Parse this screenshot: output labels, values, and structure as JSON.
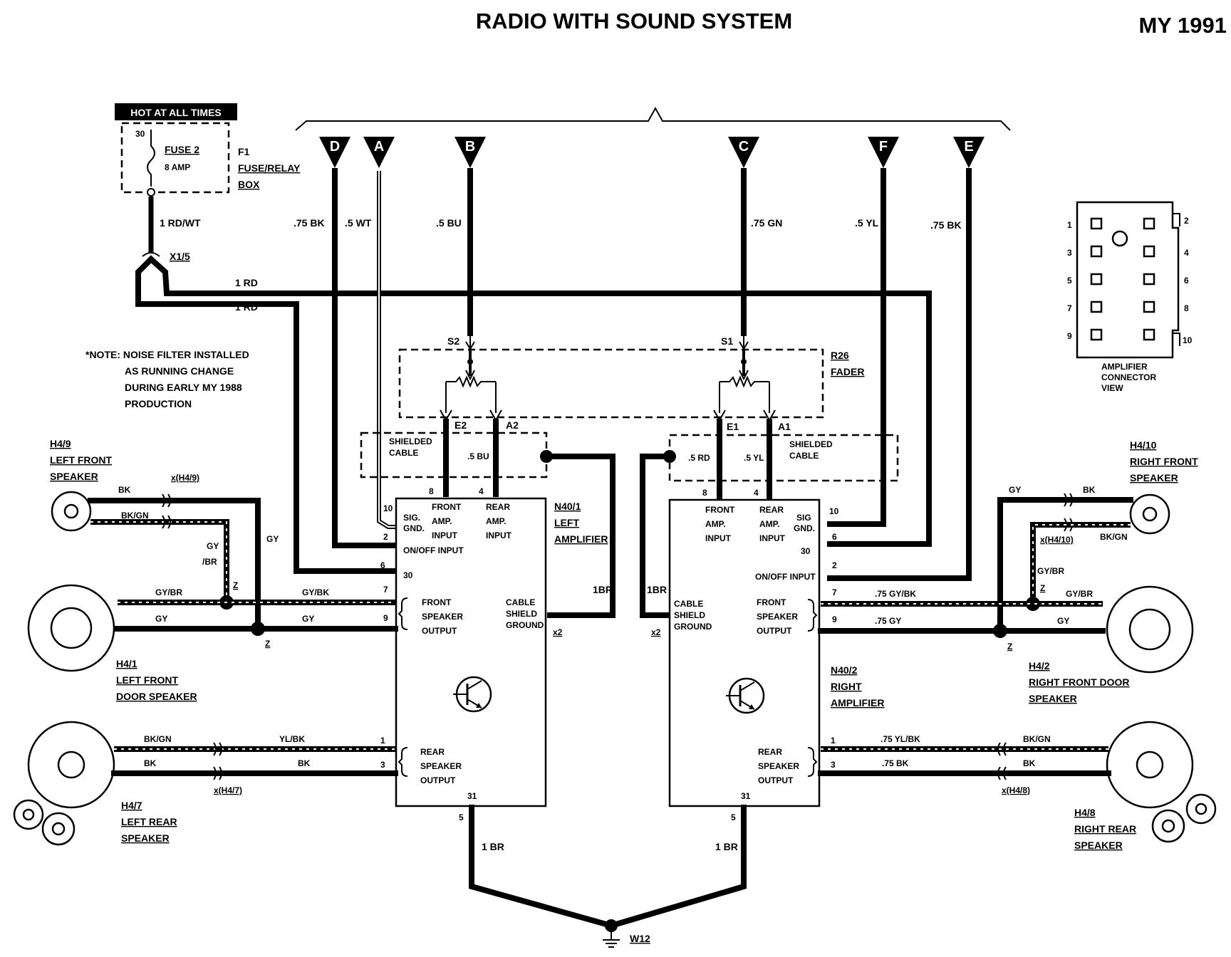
{
  "title": "RADIO WITH SOUND SYSTEM",
  "model_year": "MY 1991",
  "hot_label": "HOT AT ALL TIMES",
  "fuse": {
    "pin": "30",
    "name": "FUSE 2",
    "rating": "8 AMP",
    "id": "F1",
    "box1": "FUSE/RELAY",
    "box2": "BOX"
  },
  "wires": {
    "rd_wt": "1 RD/WT",
    "x1_5": "X1/5",
    "rd_upper": "1 RD",
    "rd_lower": "1 RD",
    "d": ".75 BK",
    "a": ".5 WT",
    "b": ".5 BU",
    "c": ".75 GN",
    "f": ".5 YL",
    "e": ".75 BK",
    "left_bu": ".5 BU",
    "right_rd": ".5 RD",
    "right_yl": ".5 YL",
    "left_br": "1BR",
    "right_br": "1BR",
    "gnd_left": "1 BR",
    "gnd_right": "1 BR"
  },
  "connectors": {
    "d": "D",
    "a": "A",
    "b": "B",
    "c": "C",
    "f": "F",
    "e": "E"
  },
  "note": {
    "l1": "*NOTE: NOISE FILTER INSTALLED",
    "l2": "AS RUNNING CHANGE",
    "l3": "DURING EARLY MY 1988",
    "l4": "PRODUCTION"
  },
  "fader": {
    "s2": "S2",
    "s1": "S1",
    "id": "R26",
    "name": "FADER",
    "e2": "E2",
    "a2": "A2",
    "e1": "E1",
    "a1": "A1"
  },
  "shielded": {
    "l1": "SHIELDED",
    "l2": "CABLE"
  },
  "left_amp": {
    "id": "N40/1",
    "n1": "LEFT",
    "n2": "AMPLIFIER",
    "p8": "8",
    "p4": "4",
    "p10": "10",
    "p2": "2",
    "p6": "6",
    "p7": "7",
    "p9": "9",
    "p1": "1",
    "p3": "3",
    "p31": "31",
    "p5": "5",
    "x2": "x2",
    "front_in": [
      "FRONT",
      "AMP.",
      "INPUT"
    ],
    "rear_in": [
      "REAR",
      "AMP.",
      "INPUT"
    ],
    "sig1": "SIG.",
    "sig2": "GND.",
    "onoff": "ON/OFF INPUT",
    "p30": "30",
    "front_out": [
      "FRONT",
      "SPEAKER",
      "OUTPUT"
    ],
    "cable": [
      "CABLE",
      "SHIELD",
      "GROUND"
    ],
    "rear_out": [
      "REAR",
      "SPEAKER",
      "OUTPUT"
    ]
  },
  "right_amp": {
    "id": "N40/2",
    "n1": "RIGHT",
    "n2": "AMPLIFIER",
    "p8": "8",
    "p4": "4",
    "p10": "10",
    "p6": "6",
    "p30": "30",
    "p2": "2",
    "p7": "7",
    "p9": "9",
    "p1": "1",
    "p3": "3",
    "p31": "31",
    "p5": "5",
    "x2": "x2",
    "front_in": [
      "FRONT",
      "AMP.",
      "INPUT"
    ],
    "rear_in": [
      "REAR",
      "AMP.",
      "INPUT"
    ],
    "sig1": "SIG",
    "sig2": "GND.",
    "onoff": "ON/OFF INPUT",
    "front_out": [
      "FRONT",
      "SPEAKER",
      "OUTPUT"
    ],
    "cable": [
      "CABLE",
      "SHIELD",
      "GROUND"
    ],
    "rear_out": [
      "REAR",
      "SPEAKER",
      "OUTPUT"
    ]
  },
  "left_side": {
    "h49": [
      "H4/9",
      "LEFT FRONT",
      "SPEAKER"
    ],
    "bk": "BK",
    "bkgn": "BK/GN",
    "xh49": "x(H4/9)",
    "gy": "GY",
    "gy2": "GY",
    "br2": "/BR",
    "z1": "Z",
    "z2": "Z",
    "gybr": "GY/BR",
    "gybk": "GY/BK",
    "gy_a": "GY",
    "gy_b": "GY",
    "h41": [
      "H4/1",
      "LEFT FRONT",
      "DOOR SPEAKER"
    ],
    "bkgn_r": "BK/GN",
    "ylbk": "YL/BK",
    "bk_r": "BK",
    "bk_r2": "BK",
    "xh47": "x(H4/7)",
    "h47": [
      "H4/7",
      "LEFT REAR",
      "SPEAKER"
    ]
  },
  "right_side": {
    "h410": [
      "H4/10",
      "RIGHT FRONT",
      "SPEAKER"
    ],
    "gy": "GY",
    "bk": "BK",
    "xh410": "x(H4/10)",
    "bkgn": "BK/GN",
    "gybr": "GY/BR",
    "z1": "Z",
    "gybr2": "GY/BR",
    "gybk75": ".75 GY/BK",
    "gy75": ".75 GY",
    "gy_b": "GY",
    "z2": "Z",
    "h42": [
      "H4/2",
      "RIGHT FRONT DOOR",
      "SPEAKER"
    ],
    "ylbk75": ".75 YL/BK",
    "bk75": ".75 BK",
    "bkgn_r": "BK/GN",
    "bk_r": "BK",
    "xh48": "x(H4/8)",
    "h48": [
      "H4/8",
      "RIGHT REAR",
      "SPEAKER"
    ]
  },
  "connector_view": {
    "left_pins": [
      "1",
      "3",
      "5",
      "7",
      "9"
    ],
    "right_pins": [
      "2",
      "4",
      "6",
      "8",
      "10"
    ],
    "cap": [
      "AMPLIFIER",
      "CONNECTOR",
      "VIEW"
    ]
  },
  "ground": "W12"
}
